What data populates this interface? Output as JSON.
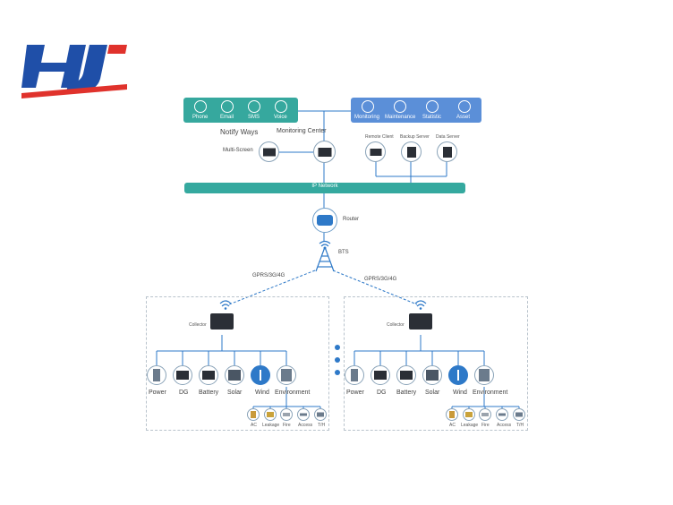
{
  "notify_icons": [
    "Phone",
    "Email",
    "SMS",
    "Voice"
  ],
  "management_icons": [
    "Monitoring",
    "Maintenance",
    "Statistic",
    "Asset"
  ],
  "labels": {
    "notify_ways": "Notify Ways",
    "monitoring_center": "Monitoring Center",
    "multi_screen": "Multi-Screen",
    "remote_client": "Remote Client",
    "backup_server": "Backup Server",
    "data_server": "Data Server",
    "ip_network": "IP Network",
    "router": "Router",
    "bts": "BTS",
    "gprs_left": "GPRS/3G/4G",
    "gprs_right": "GPRS/3G/4G"
  },
  "sites": [
    {
      "collector": "Collector",
      "devices": [
        "Power",
        "DG",
        "Battery",
        "Solar",
        "Wind",
        "Environment"
      ],
      "sensors": [
        "AC",
        "Leakage",
        "Fire",
        "Access",
        "T/H"
      ]
    },
    {
      "collector": "Collector",
      "devices": [
        "Power",
        "DG",
        "Battery",
        "Solar",
        "Wind",
        "Environment"
      ],
      "sensors": [
        "AC",
        "Leakage",
        "Fire",
        "Access",
        "T/H"
      ]
    }
  ],
  "colors": {
    "notify_bar": "#36a89e",
    "management_bar": "#5b8fd8",
    "ip_network_bar": "#35a99f",
    "connector_line": "#2e79c8",
    "logo_blue": "#1f4fa8",
    "logo_red": "#e0322c"
  },
  "logo_text": "HJ"
}
